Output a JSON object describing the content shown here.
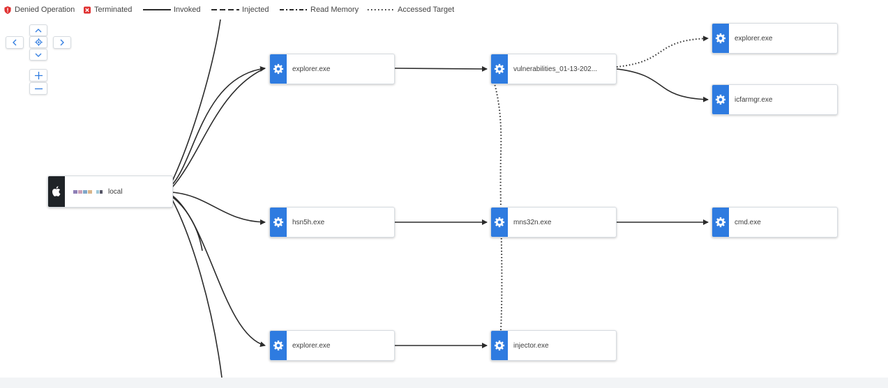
{
  "legend": {
    "denied": "Denied Operation",
    "terminated": "Terminated",
    "invoked": "Invoked",
    "injected": "Injected",
    "read_memory": "Read Memory",
    "accessed_target": "Accessed Target"
  },
  "colors": {
    "node_icon": "#2e7be0",
    "host_icon": "#1f2327",
    "edge": "#2b2b2b",
    "denied_badge": "#e03131",
    "terminated_badge": "#e03131"
  },
  "host": {
    "label": "local",
    "icon": "apple-icon"
  },
  "nodes": [
    {
      "label": "explorer.exe",
      "icon": "gear-icon"
    },
    {
      "label": "vulnerabilities_01-13-202...",
      "icon": "gear-icon"
    },
    {
      "label": "explorer.exe",
      "icon": "gear-icon"
    },
    {
      "label": "icfarmgr.exe",
      "icon": "gear-icon"
    },
    {
      "label": "hsn5h.exe",
      "icon": "gear-icon"
    },
    {
      "label": "mns32n.exe",
      "icon": "gear-icon"
    },
    {
      "label": "cmd.exe",
      "icon": "gear-icon"
    },
    {
      "label": "explorer.exe",
      "icon": "gear-icon"
    },
    {
      "label": "injector.exe",
      "icon": "gear-icon"
    }
  ],
  "edges": [
    {
      "from": "host",
      "to": 0,
      "type": "invoked"
    },
    {
      "from": "host",
      "to": 4,
      "type": "invoked"
    },
    {
      "from": "host",
      "to": 7,
      "type": "invoked"
    },
    {
      "from": 0,
      "to": 1,
      "type": "invoked"
    },
    {
      "from": 1,
      "to": 2,
      "type": "accessed_target"
    },
    {
      "from": 1,
      "to": 3,
      "type": "invoked"
    },
    {
      "from": 4,
      "to": 5,
      "type": "invoked"
    },
    {
      "from": 5,
      "to": 6,
      "type": "invoked"
    },
    {
      "from": 7,
      "to": 8,
      "type": "invoked"
    },
    {
      "from": 8,
      "to": 1,
      "type": "accessed_target"
    }
  ]
}
